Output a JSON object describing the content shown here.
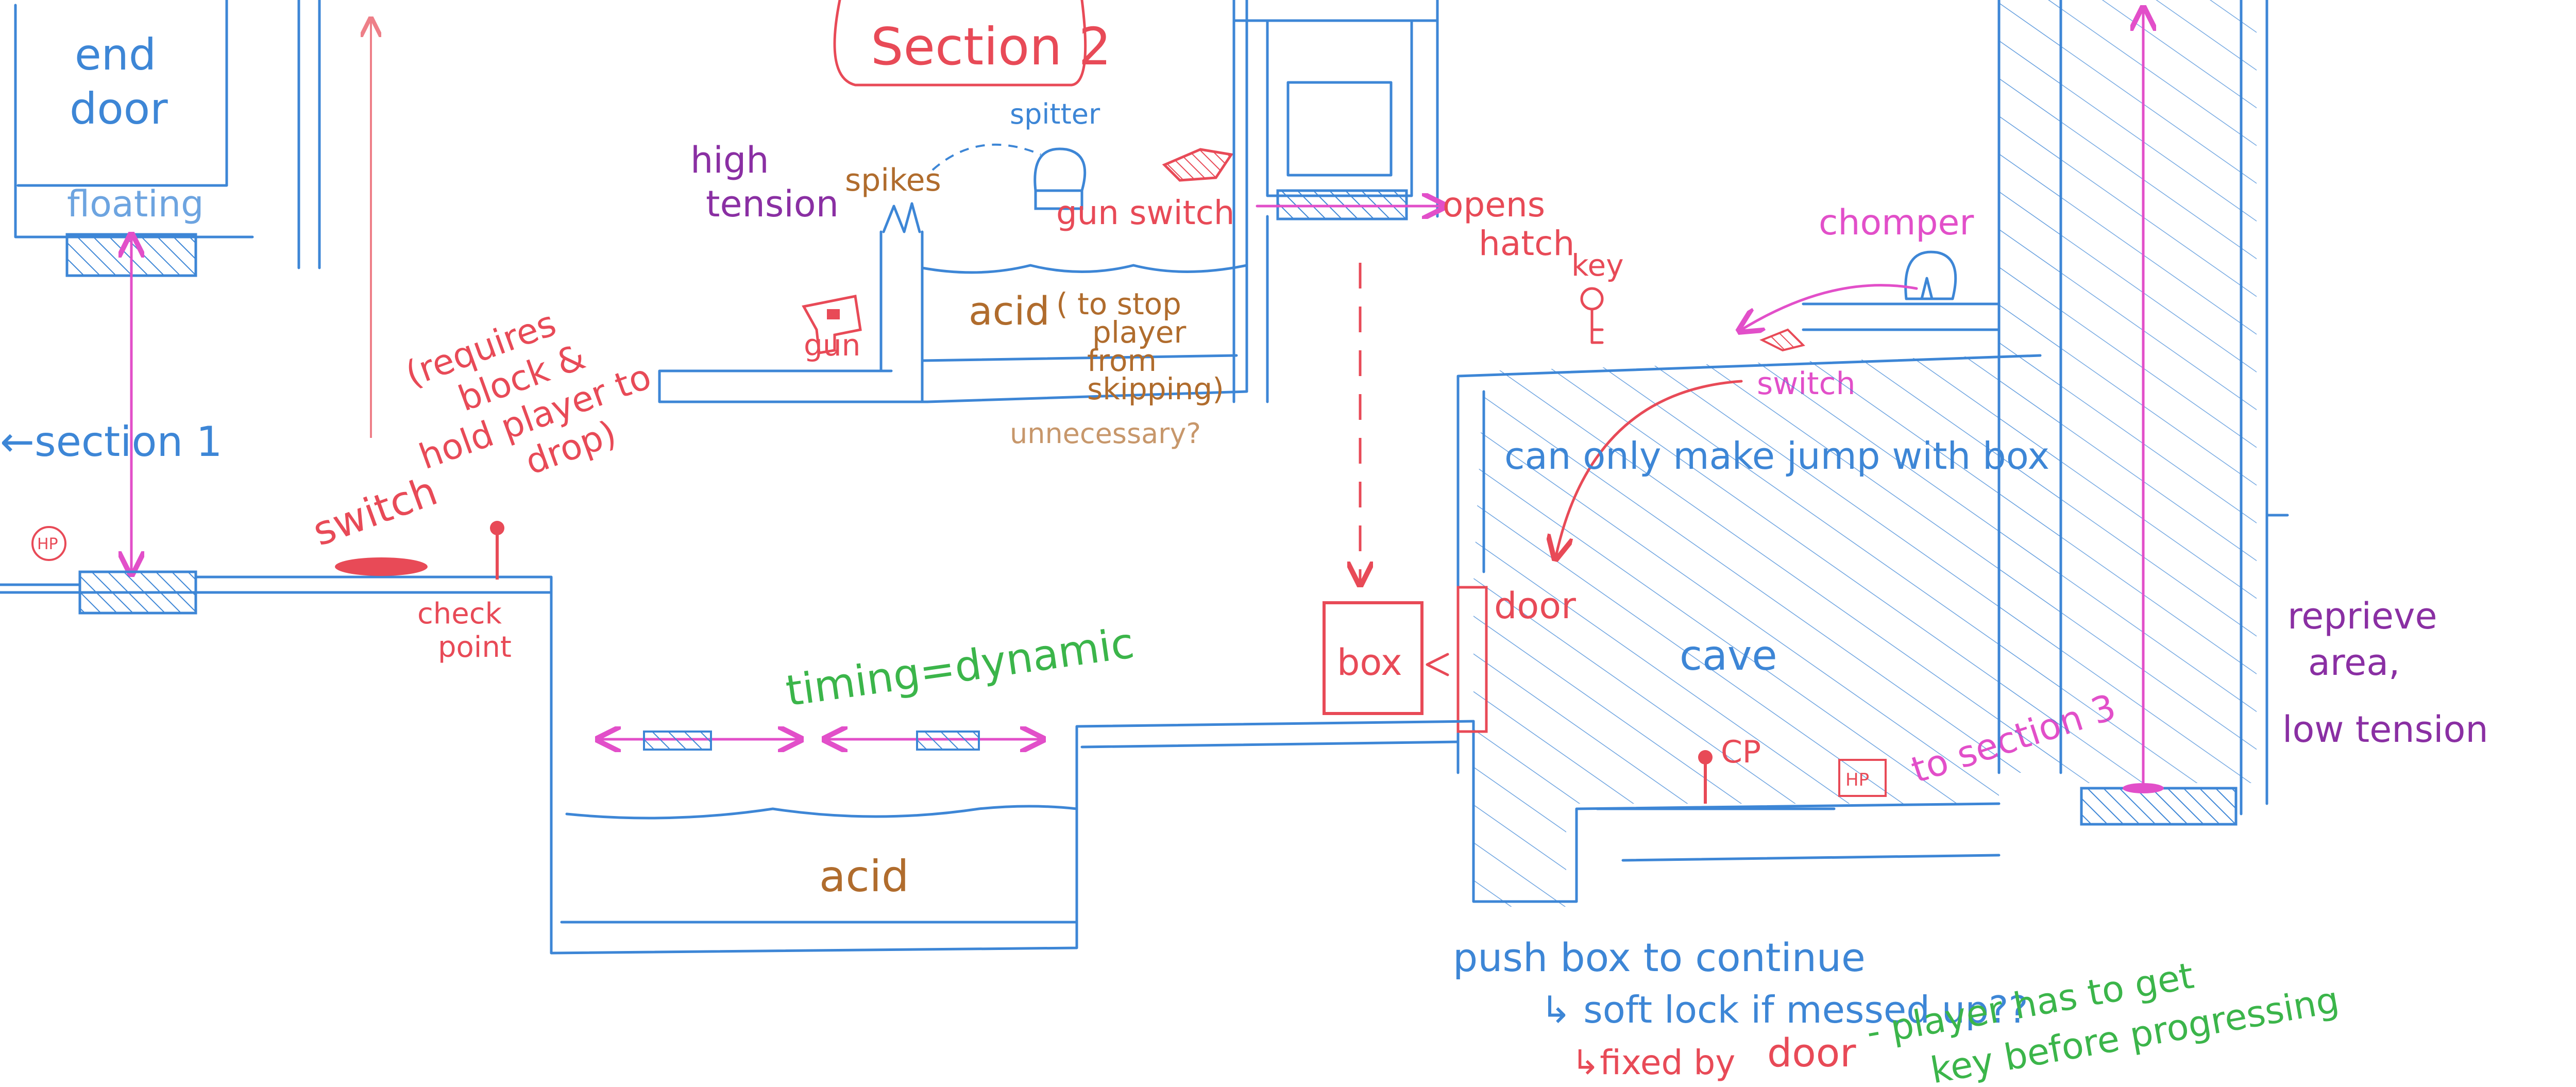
{
  "colors": {
    "structure": "#3d86d6",
    "hazard": "#e84a57",
    "movement": "#e24fc9",
    "tension": "#8a2fa3",
    "acid_note": "#b06c2d",
    "design_note": "#3bb54a"
  },
  "labels": {
    "end_door": [
      "end",
      "door"
    ],
    "floating": "floating",
    "section1": "←section 1",
    "section2": "Section 2",
    "high_tension": [
      "high",
      "tension"
    ],
    "spikes": "spikes",
    "spitter": "spitter",
    "gun_switch": "gun switch",
    "gun": "gun",
    "acid_top": "acid",
    "acid_top_note": [
      "( to stop",
      "player",
      "from",
      "skipping)"
    ],
    "unnecessary": "unnecessary?",
    "opens_hatch": [
      "opens",
      "hatch"
    ],
    "key": "key",
    "chomper": "chomper",
    "switch_upper": "switch",
    "can_only": "can only make jump with box",
    "switch_lower": "switch",
    "switch_note": [
      "(requires",
      "block &",
      "hold player to",
      "drop)"
    ],
    "checkpoint": [
      "check",
      "point"
    ],
    "timing": "timing=dynamic",
    "acid_bottom": "acid",
    "box": "box",
    "door": "door",
    "cave": "cave",
    "cp": "CP",
    "to_section3": "to section 3",
    "reprieve": [
      "reprieve",
      "area,",
      "low tension"
    ],
    "push_box": "push box to continue",
    "soft_lock": "↳ soft lock if messed up??",
    "fixed_by": "↳fixed by",
    "fixed_door": "door",
    "player_key": [
      "- player has to get",
      "key before progressing"
    ]
  },
  "icons": [
    "spitter-icon",
    "chomper-icon",
    "gun-icon",
    "key-icon",
    "hp-icon",
    "spikes-icon",
    "checkpoint-icon"
  ]
}
